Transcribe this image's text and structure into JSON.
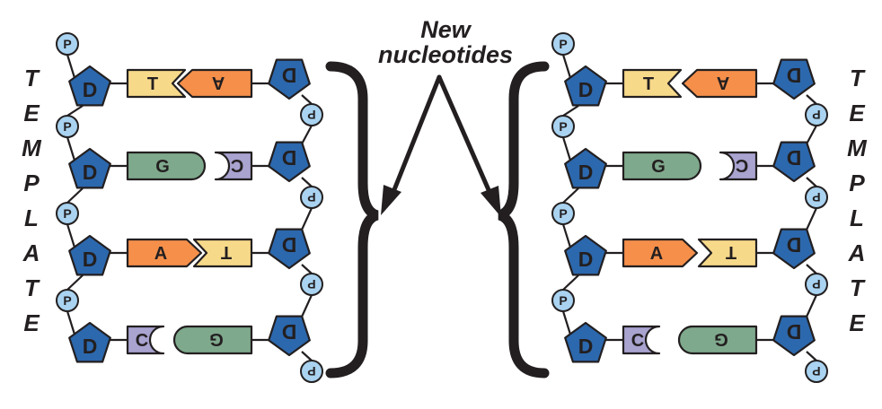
{
  "title_lines": [
    "New",
    "nucleotides"
  ],
  "side_label": [
    "T",
    "E",
    "M",
    "P",
    "L",
    "A",
    "T",
    "E"
  ],
  "sugar_label": "D",
  "phosphate_label": "P",
  "left_pairs": [
    {
      "template": "T",
      "new": "A"
    },
    {
      "template": "G",
      "new": "C"
    },
    {
      "template": "A",
      "new": "T"
    },
    {
      "template": "C",
      "new": "G"
    }
  ],
  "right_pairs": [
    {
      "new": "T",
      "template": "A"
    },
    {
      "new": "G",
      "template": "C"
    },
    {
      "new": "A",
      "template": "T"
    },
    {
      "new": "C",
      "template": "G"
    }
  ],
  "colors": {
    "A": "#f58f4a",
    "T": "#f7d98a",
    "G": "#7fa98c",
    "C": "#a8a3cf",
    "sugar": "#2c68ad",
    "phosphate": "#a9d3f0",
    "outline": "#231f20"
  }
}
